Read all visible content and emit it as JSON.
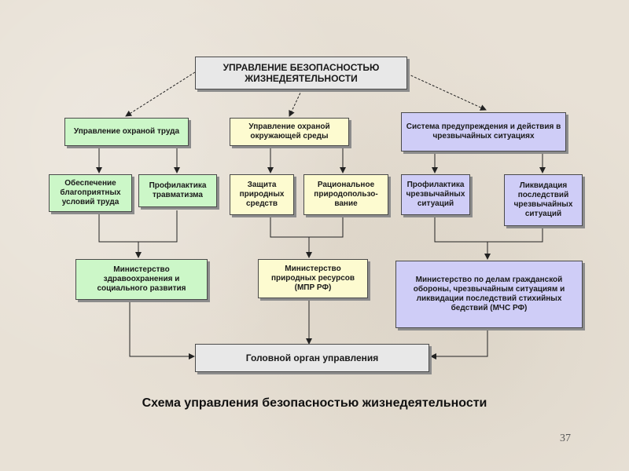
{
  "diagram": {
    "root": "УПРАВЛЕНИЕ БЕЗОПАСНОСТЬЮ ЖИЗНЕДЕЯТЕЛЬНОСТИ",
    "branches": [
      "Управление охраной труда",
      "Управление охраной окружающей среды",
      "Система предупреждения и действия в чрезвычайных ситуациях"
    ],
    "subs": [
      "Обеспечение благоприятных условий труда",
      "Профилактика травматизма",
      "Защита природных средств",
      "Рациональное природопользо-вание",
      "Профилактика чрезвычайных ситуаций",
      "Ликвидация последствий чрезвычайных ситуаций"
    ],
    "ministries": [
      "Министерство здравоохранения и социального развития",
      "Министерство природных ресурсов (МПР РФ)",
      "Министерство по делам гражданской обороны, чрезвычайным ситуациям и ликвидации последствий стихийных бедствий (МЧС РФ)"
    ],
    "head": "Головной орган управления"
  },
  "caption": "Схема управления безопасностью жизнедеятельности",
  "page_number": "37",
  "colors": {
    "green": "#ccf7c8",
    "yellow": "#fdfbd0",
    "violet": "#cfcdf7",
    "gray": "#e8e8e8"
  }
}
